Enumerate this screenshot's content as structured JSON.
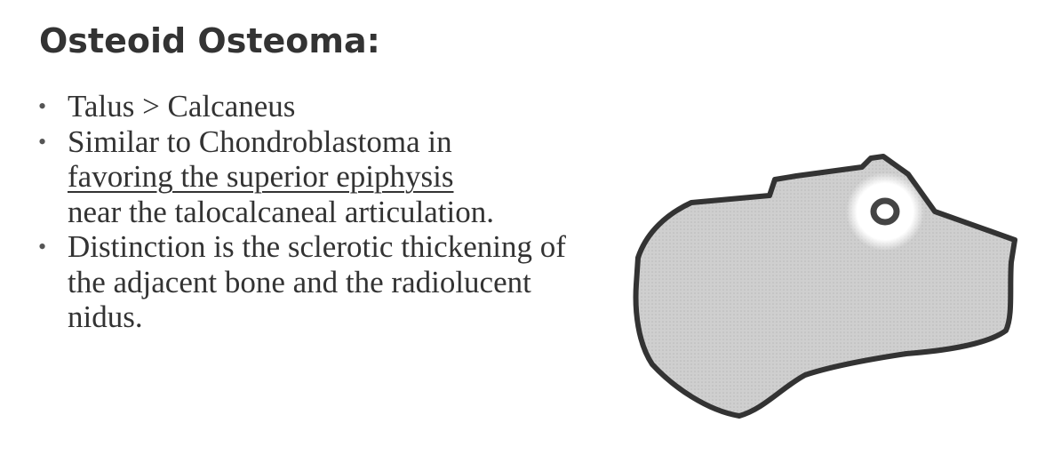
{
  "title": "Osteoid Osteoma:",
  "bullets": [
    {
      "text": "Talus > Calcaneus"
    },
    {
      "before": "Similar to Chondroblastoma in",
      "underlined": "favoring the superior epiphysis",
      "after": "near the talocalcaneal articulation."
    },
    {
      "text": "Distinction is the sclerotic thickening of the adjacent bone and the radiolucent nidus."
    }
  ],
  "figure": {
    "bone_fill": "#cfcfcf",
    "outline": "#333333",
    "halo": "#ffffff",
    "nidus": "#444444"
  }
}
